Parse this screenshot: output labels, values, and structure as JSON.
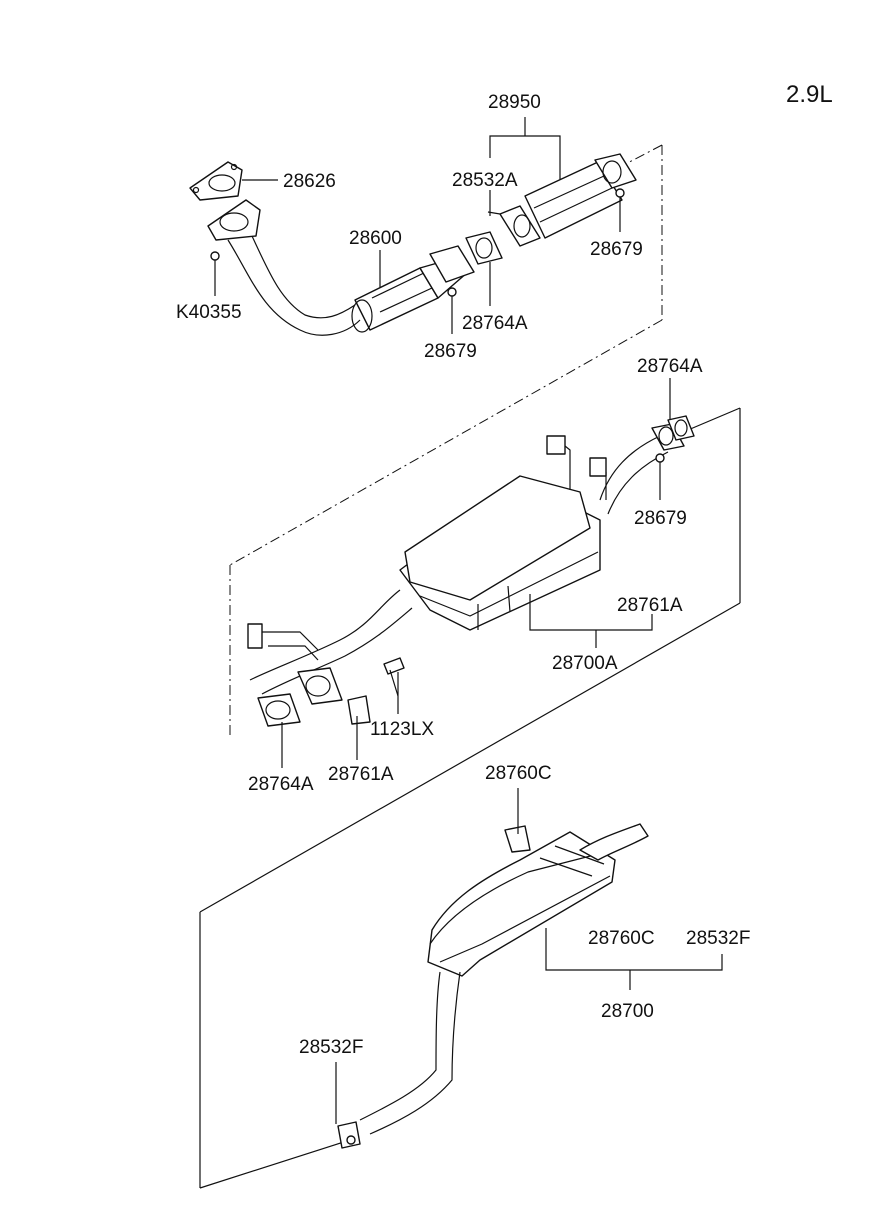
{
  "engine_label": "2.9L",
  "callouts": {
    "p28950": "28950",
    "p28626": "28626",
    "p28532A": "28532A",
    "p28600": "28600",
    "p28679_top_right": "28679",
    "p28679_top_left": "28679",
    "pK40355": "K40355",
    "p28764A_top": "28764A",
    "p28764A_mid_right": "28764A",
    "p28679_mid": "28679",
    "p28761A_right": "28761A",
    "p28700A": "28700A",
    "p1123LX": "1123LX",
    "p28764A_mid_left": "28764A",
    "p28761A_left": "28761A",
    "p28760C_top": "28760C",
    "p28760C_right": "28760C",
    "p28532F_right": "28532F",
    "p28700": "28700",
    "p28532F_bottom": "28532F"
  }
}
